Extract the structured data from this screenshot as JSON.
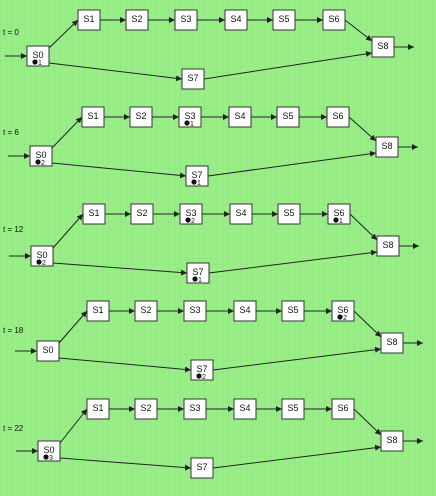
{
  "colors": {
    "background": "#99ee88",
    "grid": "#7fd56e",
    "box": "#ffffff",
    "edge": "#222222"
  },
  "panels": [
    {
      "time_label": "t = 0",
      "tokens": [
        {
          "node": "S0",
          "label": "1"
        }
      ]
    },
    {
      "time_label": "t = 6",
      "tokens": [
        {
          "node": "S0",
          "label": "2"
        },
        {
          "node": "S3",
          "label": "1"
        },
        {
          "node": "S7",
          "label": "1"
        }
      ]
    },
    {
      "time_label": "t = 12",
      "tokens": [
        {
          "node": "S0",
          "label": "2"
        },
        {
          "node": "S3",
          "label": "2"
        },
        {
          "node": "S6",
          "label": "1"
        },
        {
          "node": "S7",
          "label": "1"
        }
      ]
    },
    {
      "time_label": "t = 18",
      "tokens": [
        {
          "node": "S6",
          "label": "2"
        },
        {
          "node": "S7",
          "label": "2"
        }
      ]
    },
    {
      "time_label": "t = 22",
      "tokens": [
        {
          "node": "S0",
          "label": "3"
        }
      ]
    }
  ],
  "nodes": [
    "S0",
    "S1",
    "S2",
    "S3",
    "S4",
    "S5",
    "S6",
    "S7",
    "S8"
  ]
}
